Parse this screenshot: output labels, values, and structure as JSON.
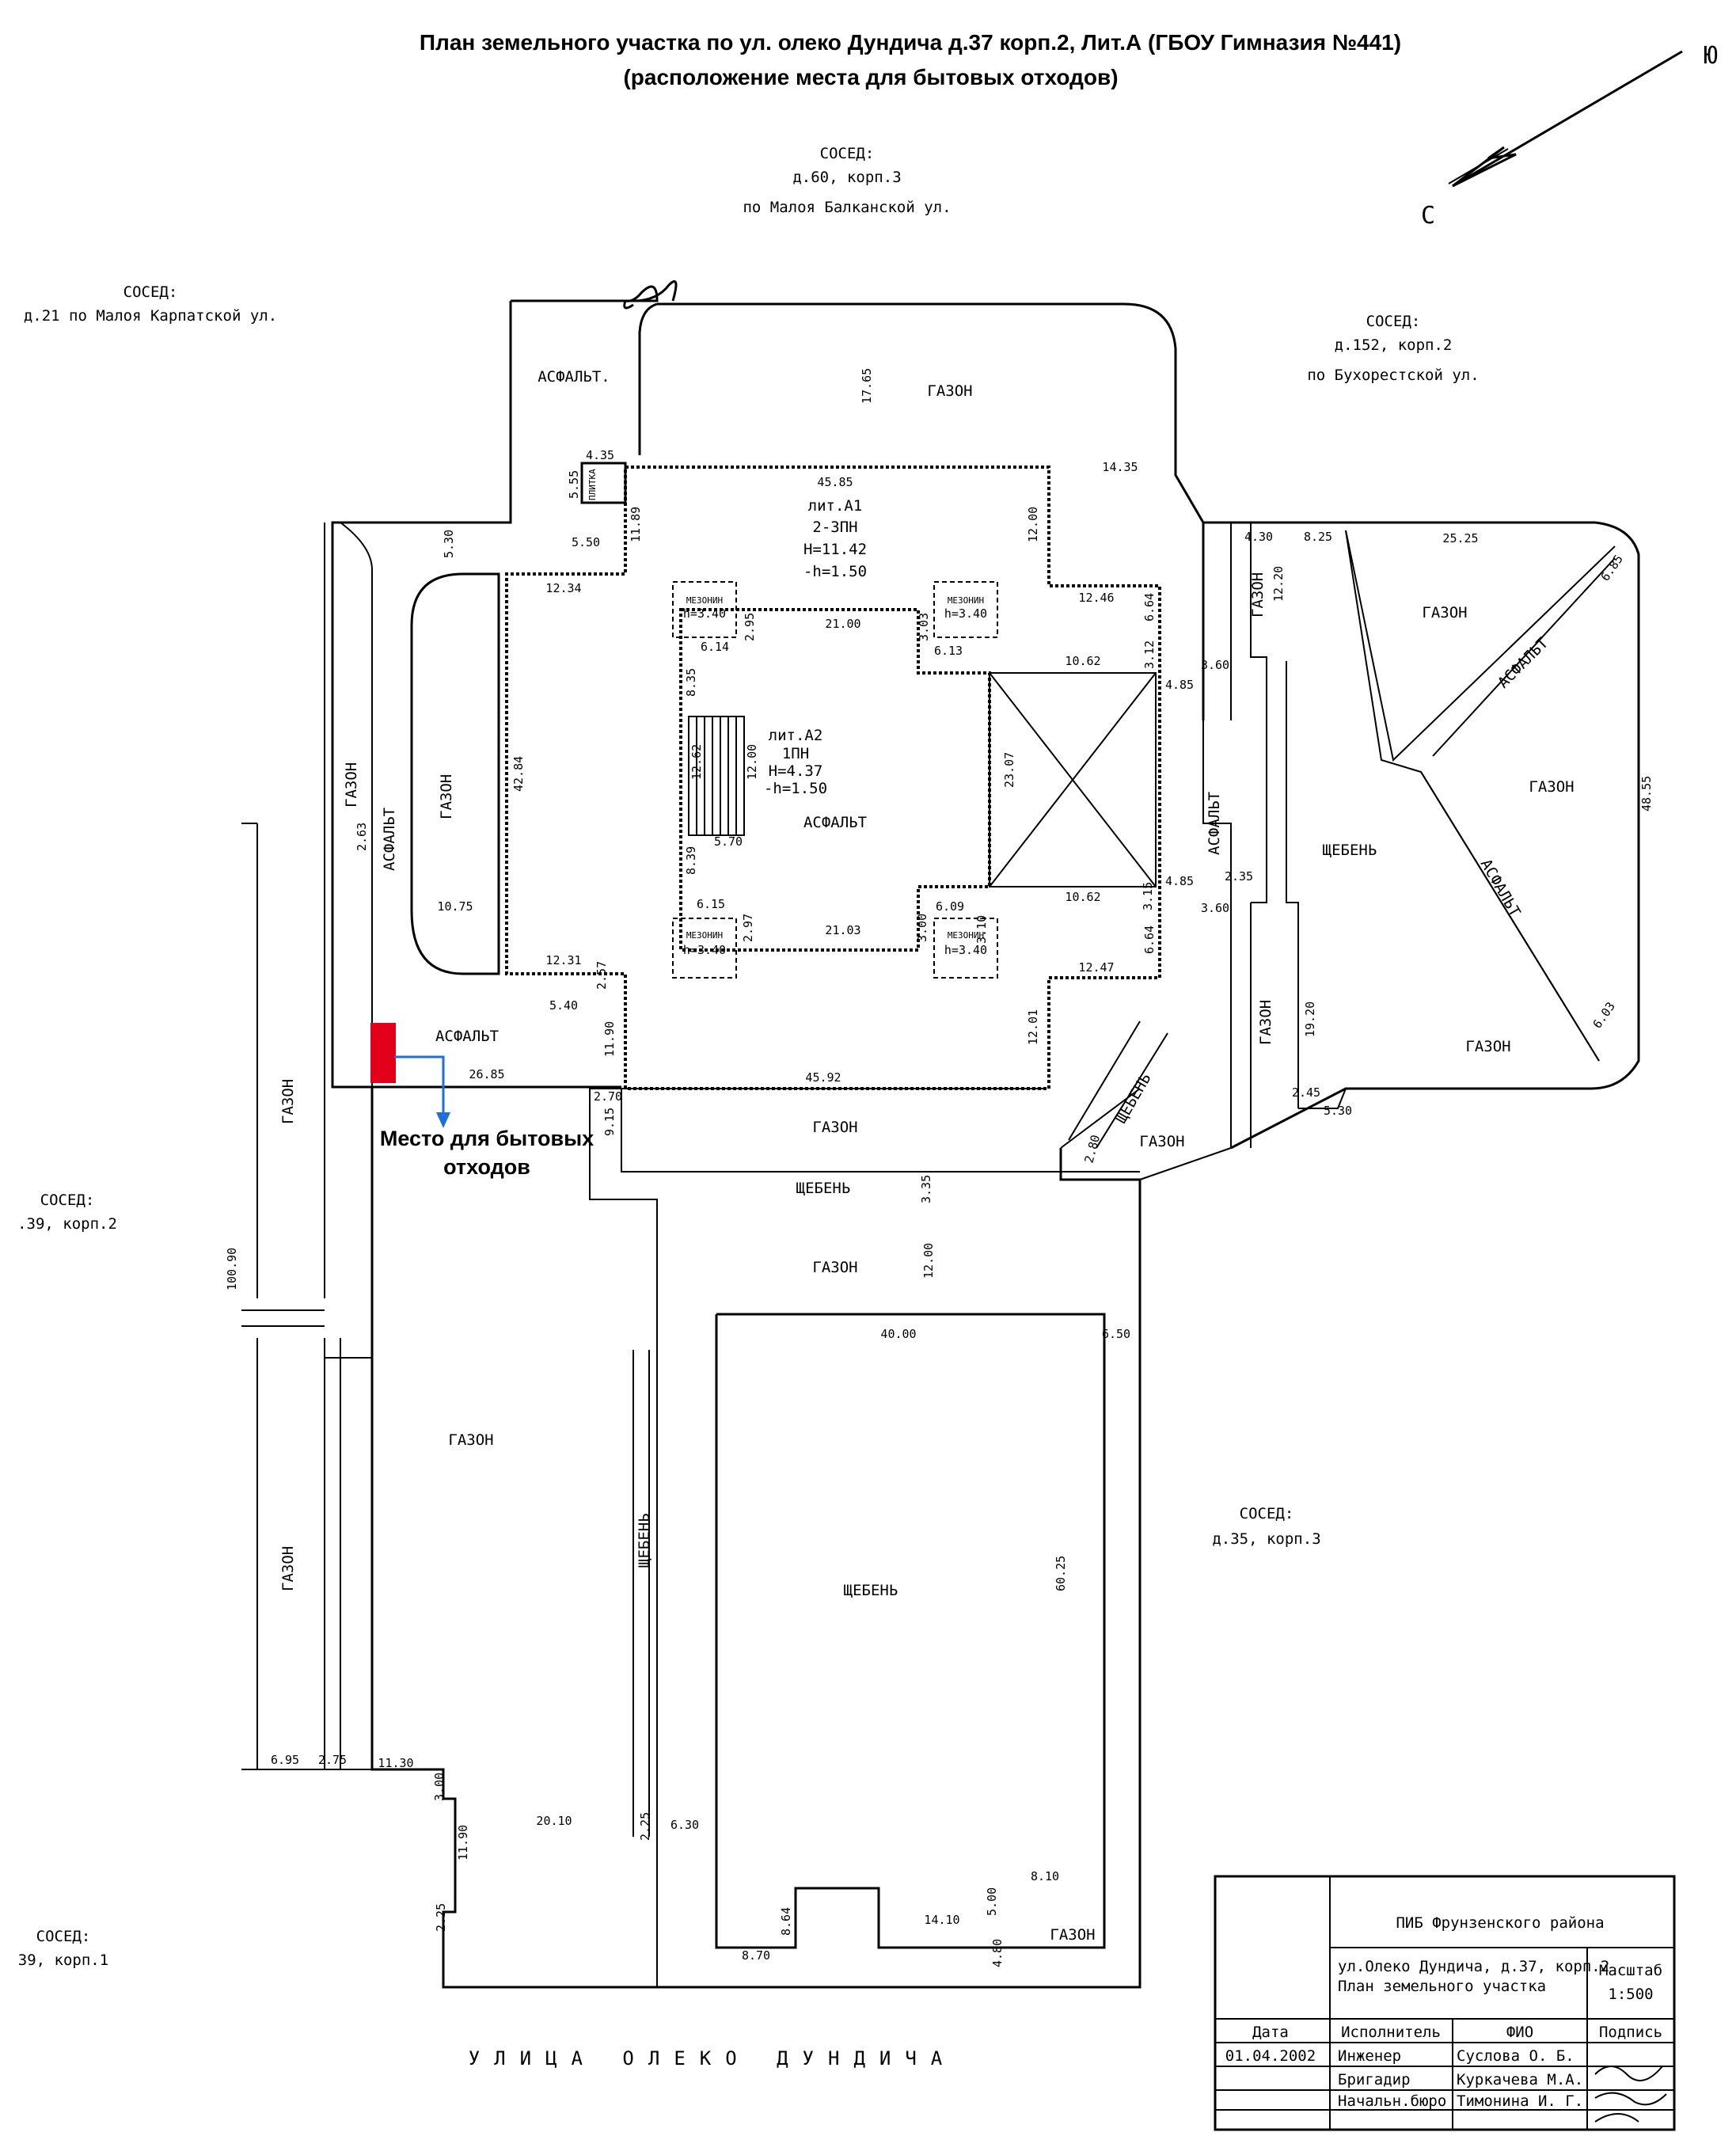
{
  "title": {
    "line1": "План земельного участка по ул. олеко Дундича д.37 корп.2, Лит.А (ГБОУ Гимназия №441)",
    "line2": "(расположение места для бытовых отходов)"
  },
  "compass": {
    "north": "С",
    "south": "Ю"
  },
  "neighbors": {
    "north": [
      "СОСЕД:",
      "д.60, корп.3",
      "по Малоя Балканской ул."
    ],
    "northwest": [
      "СОСЕД:",
      "д.21 по Малоя Карпатской ул."
    ],
    "east": [
      "СОСЕД:",
      "д.152, корп.2",
      "по Бухорестской ул."
    ],
    "west": [
      "СОСЕД:",
      ".39, корп.2"
    ],
    "southeast": [
      "СОСЕД:",
      "д.35, корп.3"
    ],
    "southwest": [
      "СОСЕД:",
      "39, корп.1"
    ]
  },
  "buildings": {
    "a1": [
      "лит.А1",
      "2-3ПН",
      "Н=11.42",
      "-h=1.50"
    ],
    "a2": [
      "лит.А2",
      "1ПН",
      "Н=4.37",
      "-h=1.50"
    ],
    "mezzanine": [
      "МЕЗОНИН",
      "h=3.40"
    ],
    "boiler": "ПЛИТКА"
  },
  "surfaces": {
    "lawn": "ГАЗОН",
    "asphalt": "АСФАЛЬТ.",
    "asphalt2": "АСФАЛЬТ",
    "gravel": "ЩЕБЕНЬ"
  },
  "dimensions": {
    "top_lawn_v": "17.65",
    "d435": "4.35",
    "d555": "5.55",
    "d1189": "11.89",
    "d4585": "45.85",
    "d1435": "14.35",
    "d1200a": "12.00",
    "d1246": "12.46",
    "d550": "5.50",
    "d530": "5.30",
    "d1234": "12.34",
    "d2100a": "21.00",
    "d295": "2.95",
    "d303": "3.03",
    "d614": "6.14",
    "d613": "6.13",
    "d1062": "10.62",
    "d312": "3.12",
    "d664": "6.64",
    "d485a": "4.85",
    "d835": "8.35",
    "d1262": "12.62",
    "d1200b": "12.00",
    "d4284": "42.84",
    "d2307": "23.07",
    "d570": "5.70",
    "d839": "8.39",
    "d615": "6.15",
    "d609": "6.09",
    "d1062b": "10.62",
    "d315": "3.15",
    "d485b": "4.85",
    "d1075": "10.75",
    "d263": "2.63",
    "d297": "2.97",
    "d2103": "21.03",
    "d300": "3.00",
    "d310": "3.10",
    "d1231": "12.31",
    "d257": "2.57",
    "d540": "5.40",
    "d1247": "12.47",
    "d664b": "6.64",
    "d1190": "11.90",
    "d1201": "12.01",
    "d2685": "26.85",
    "d4592": "45.92",
    "d270": "2.70",
    "d915": "9.15",
    "d430": "4.30",
    "d825": "8.25",
    "d2525": "25.25",
    "d1220": "12.20",
    "d360a": "3.60",
    "d360b": "3.60",
    "d235": "2.35",
    "d4855": "48.55",
    "d1920": "19.20",
    "d245": "2.45",
    "d530b": "5.30",
    "d685": "6.85",
    "d603": "6.03",
    "d335": "3.35",
    "d1200c": "12.00",
    "d4000": "40.00",
    "d650": "6.50",
    "d10090": "100.90",
    "d6025": "60.25",
    "d695": "6.95",
    "d275": "2.75",
    "d1130": "11.30",
    "d2010": "20.10",
    "d225": "2.25",
    "d630": "6.30",
    "d300b": "3.00",
    "d1190b": "11.90",
    "d225b": "2.25",
    "d810": "8.10",
    "d500": "5.00",
    "d1410": "14.10",
    "d864": "8.64",
    "d870": "8.70",
    "d480": "4.80",
    "d280": "2.80"
  },
  "waste_label": [
    "Место для бытовых",
    "отходов"
  ],
  "street": "УЛИЦА ОЛЕКО ДУНДИЧА",
  "stamp": {
    "org": "ПИБ Фрунзенского района",
    "subject1": "ул.Олеко Дундича, д.37, корп.2",
    "subject2": "План земельного участка",
    "scale_label": "Масштаб",
    "scale_value": "1:500",
    "date_label": "Дата",
    "date_value": "01.04.2002",
    "col_exec": "Исполнитель",
    "col_fio": "ФИО",
    "col_sign": "Подпись",
    "row1_role": "Инженер",
    "row1_name": "Суслова О. Б.",
    "row2_role": "Бригадир",
    "row2_name": "Куркачева М.А.",
    "row3_role": "Начальн.бюро",
    "row3_name": "Тимонина И. Г."
  },
  "colors": {
    "waste_area": "#e3001b",
    "waste_arrow": "#1f6fd6"
  }
}
